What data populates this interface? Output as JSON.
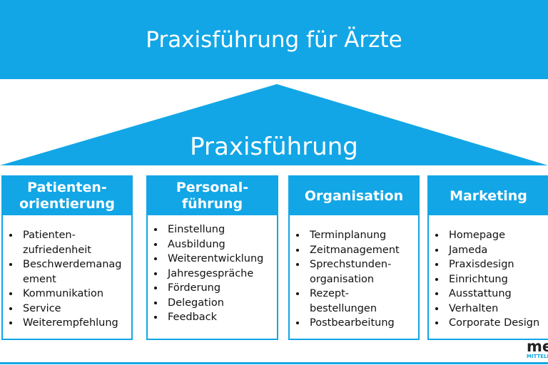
{
  "title": "Praxisführung für Ärzte",
  "roof_label": "Praxisführung",
  "colors": {
    "accent": "#12a6e6"
  },
  "pillars": [
    {
      "header": "Patienten-\norientierung",
      "items": [
        "Patienten-\nzufriedenheit",
        "Beschwerdemanag\nement",
        "Kommunikation",
        "Service",
        "Weiterempfehlung"
      ]
    },
    {
      "header": "Personal-\nführung",
      "items": [
        "Einstellung",
        "Ausbildung",
        "Weiterentwicklung",
        "Jahresgespräche",
        "Förderung",
        "Delegation",
        "Feedback"
      ]
    },
    {
      "header": "Organisation",
      "items": [
        "Terminplanung",
        "Zeitmanagement",
        "Sprechstunden-\norganisation",
        "Rezept-\nbestellungen",
        "Postbearbeitung"
      ]
    },
    {
      "header": "Marketing",
      "items": [
        "Homepage",
        "Jameda",
        "Praxisdesign",
        "Einrichtung",
        "Ausstattung",
        "Verhalten",
        "Corporate Design"
      ]
    }
  ],
  "logo": {
    "main": "me",
    "sub": "MITTELP"
  }
}
